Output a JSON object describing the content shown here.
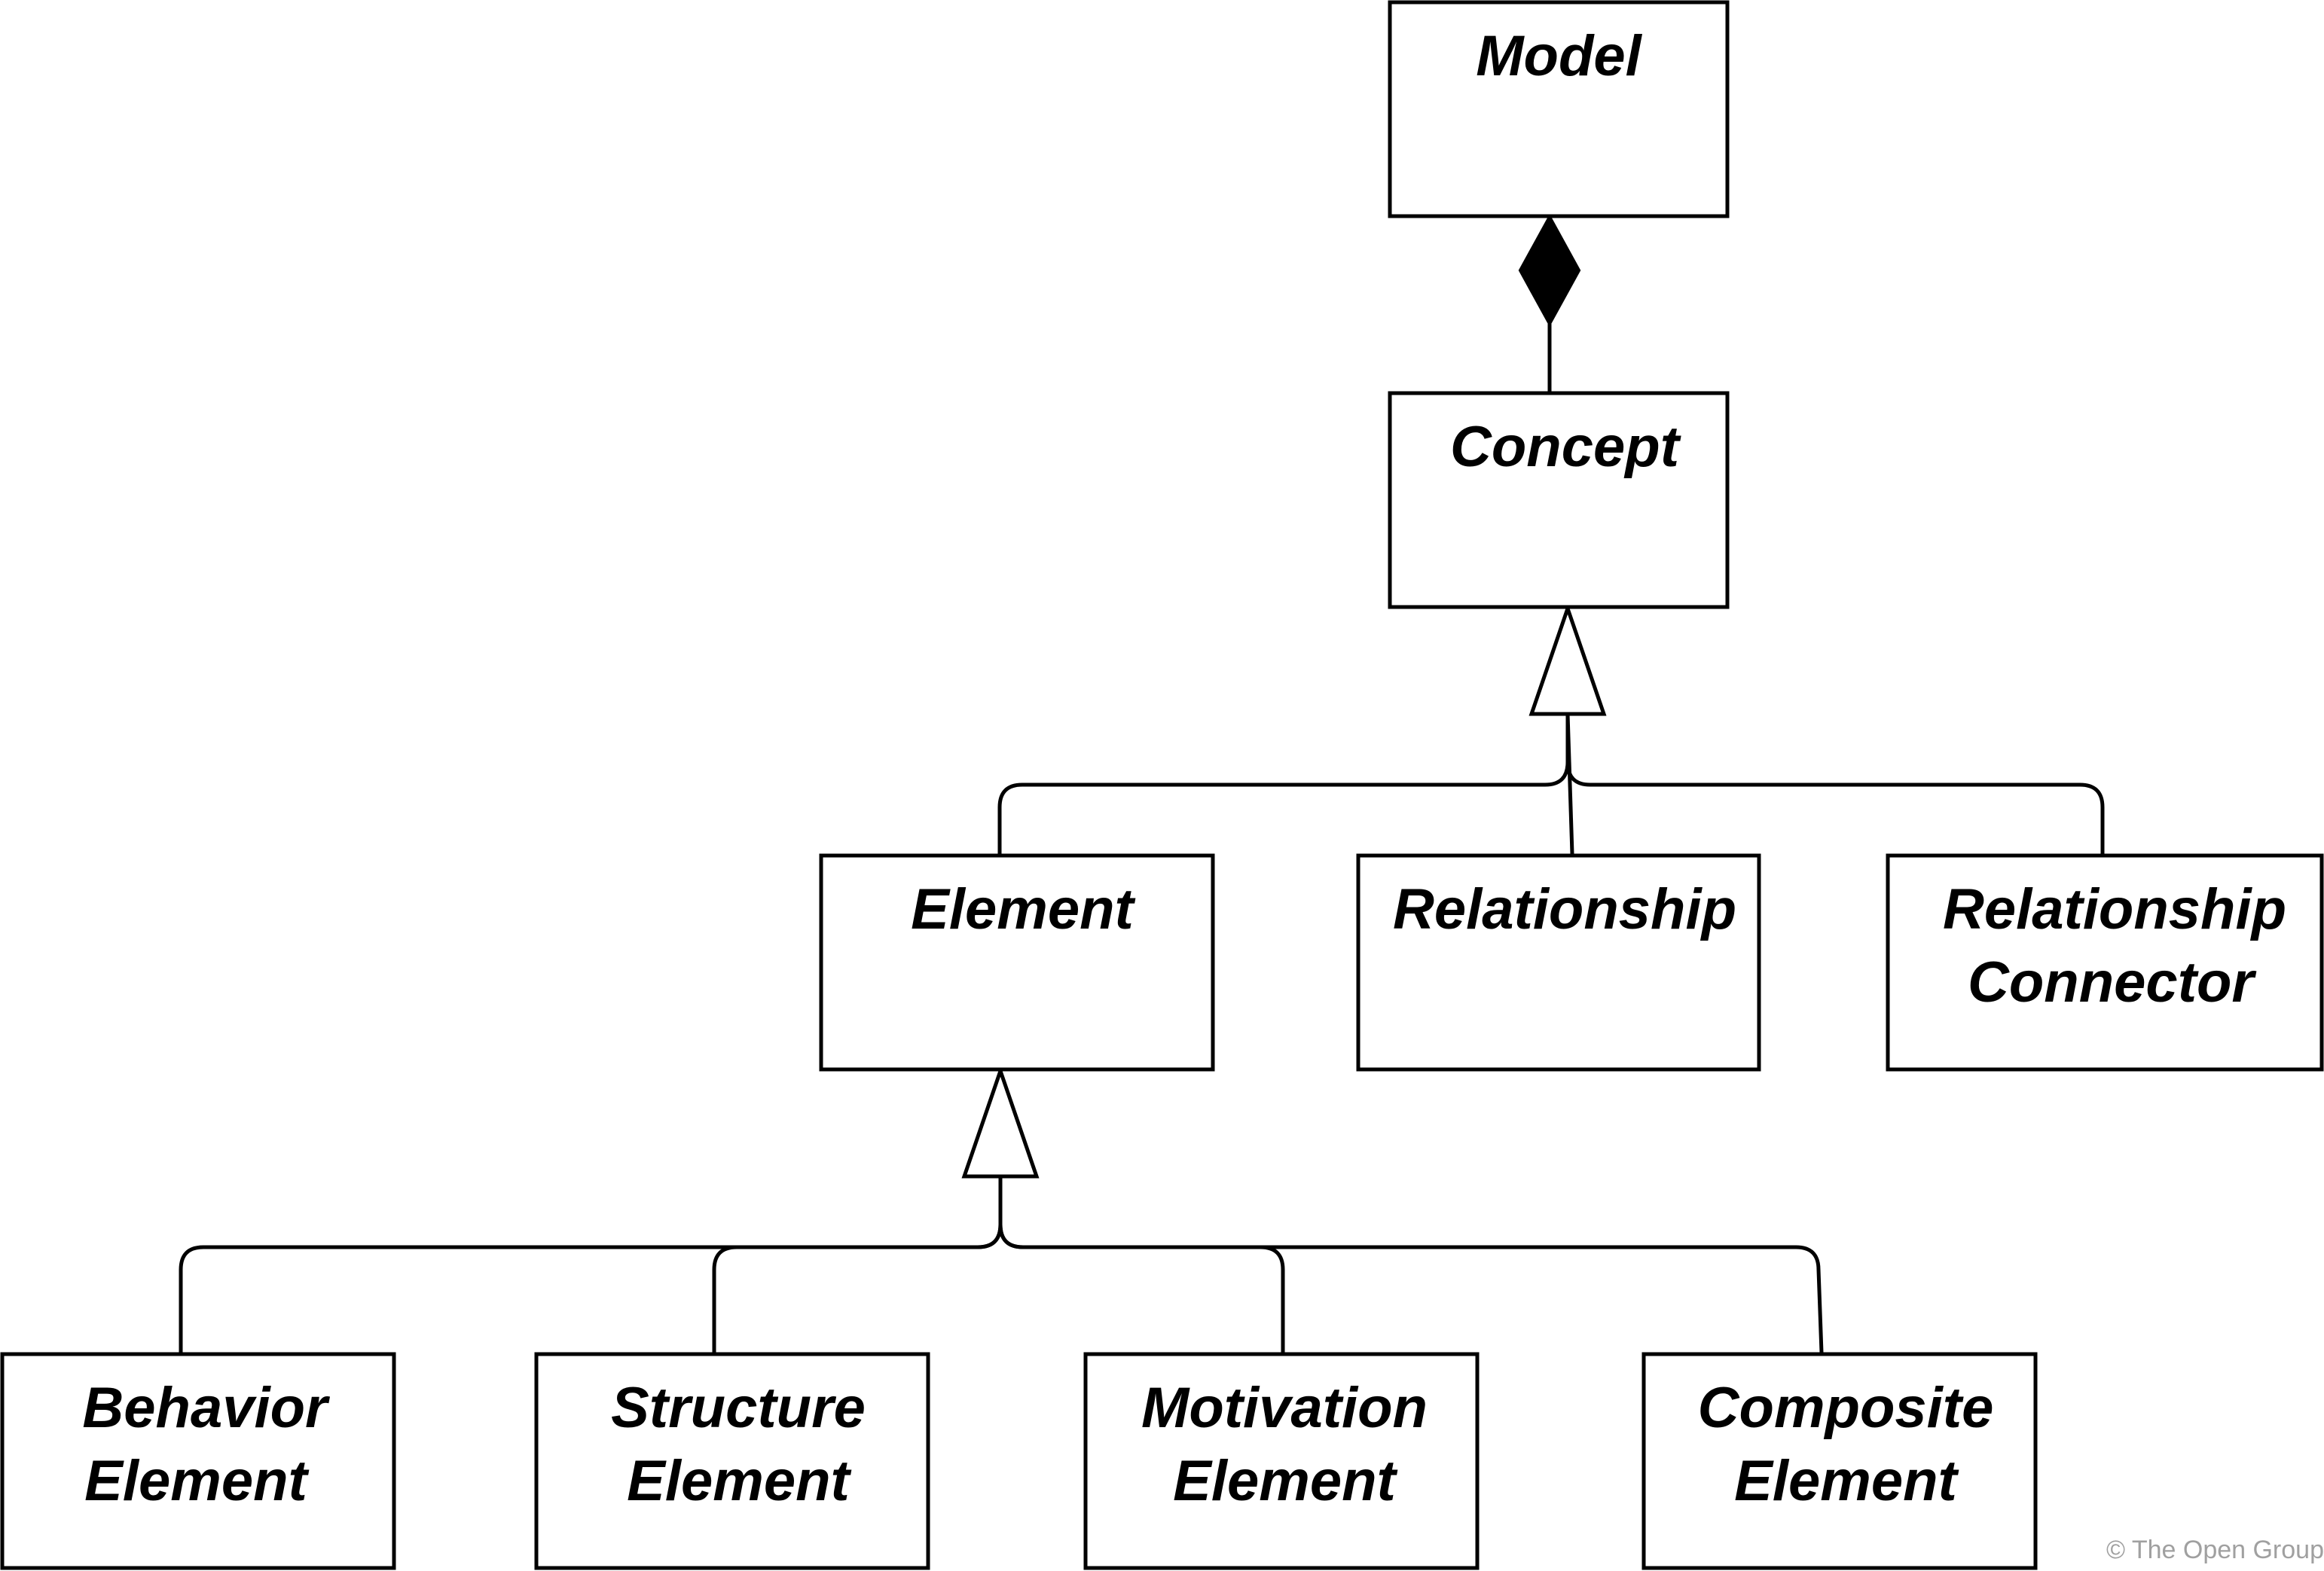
{
  "boxes": {
    "model": {
      "line1": "Model",
      "line2": ""
    },
    "concept": {
      "line1": "Concept",
      "line2": ""
    },
    "element": {
      "line1": "Element",
      "line2": ""
    },
    "relationship": {
      "line1": "Relationship",
      "line2": ""
    },
    "relationship_connector": {
      "line1": "Relationship",
      "line2": "Connector"
    },
    "behavior_element": {
      "line1": "Behavior",
      "line2": "Element"
    },
    "structure_element": {
      "line1": "Structure",
      "line2": "Element"
    },
    "motivation_element": {
      "line1": "Motivation",
      "line2": "Element"
    },
    "composite_element": {
      "line1": "Composite",
      "line2": "Element"
    }
  },
  "relations": [
    {
      "type": "composition",
      "whole": "Model",
      "part": "Concept"
    },
    {
      "type": "specialization",
      "general": "Concept",
      "specific": [
        "Element",
        "Relationship",
        "Relationship Connector"
      ]
    },
    {
      "type": "specialization",
      "general": "Element",
      "specific": [
        "Behavior Element",
        "Structure Element",
        "Motivation Element",
        "Composite Element"
      ]
    }
  ],
  "copyright": "© The Open Group"
}
